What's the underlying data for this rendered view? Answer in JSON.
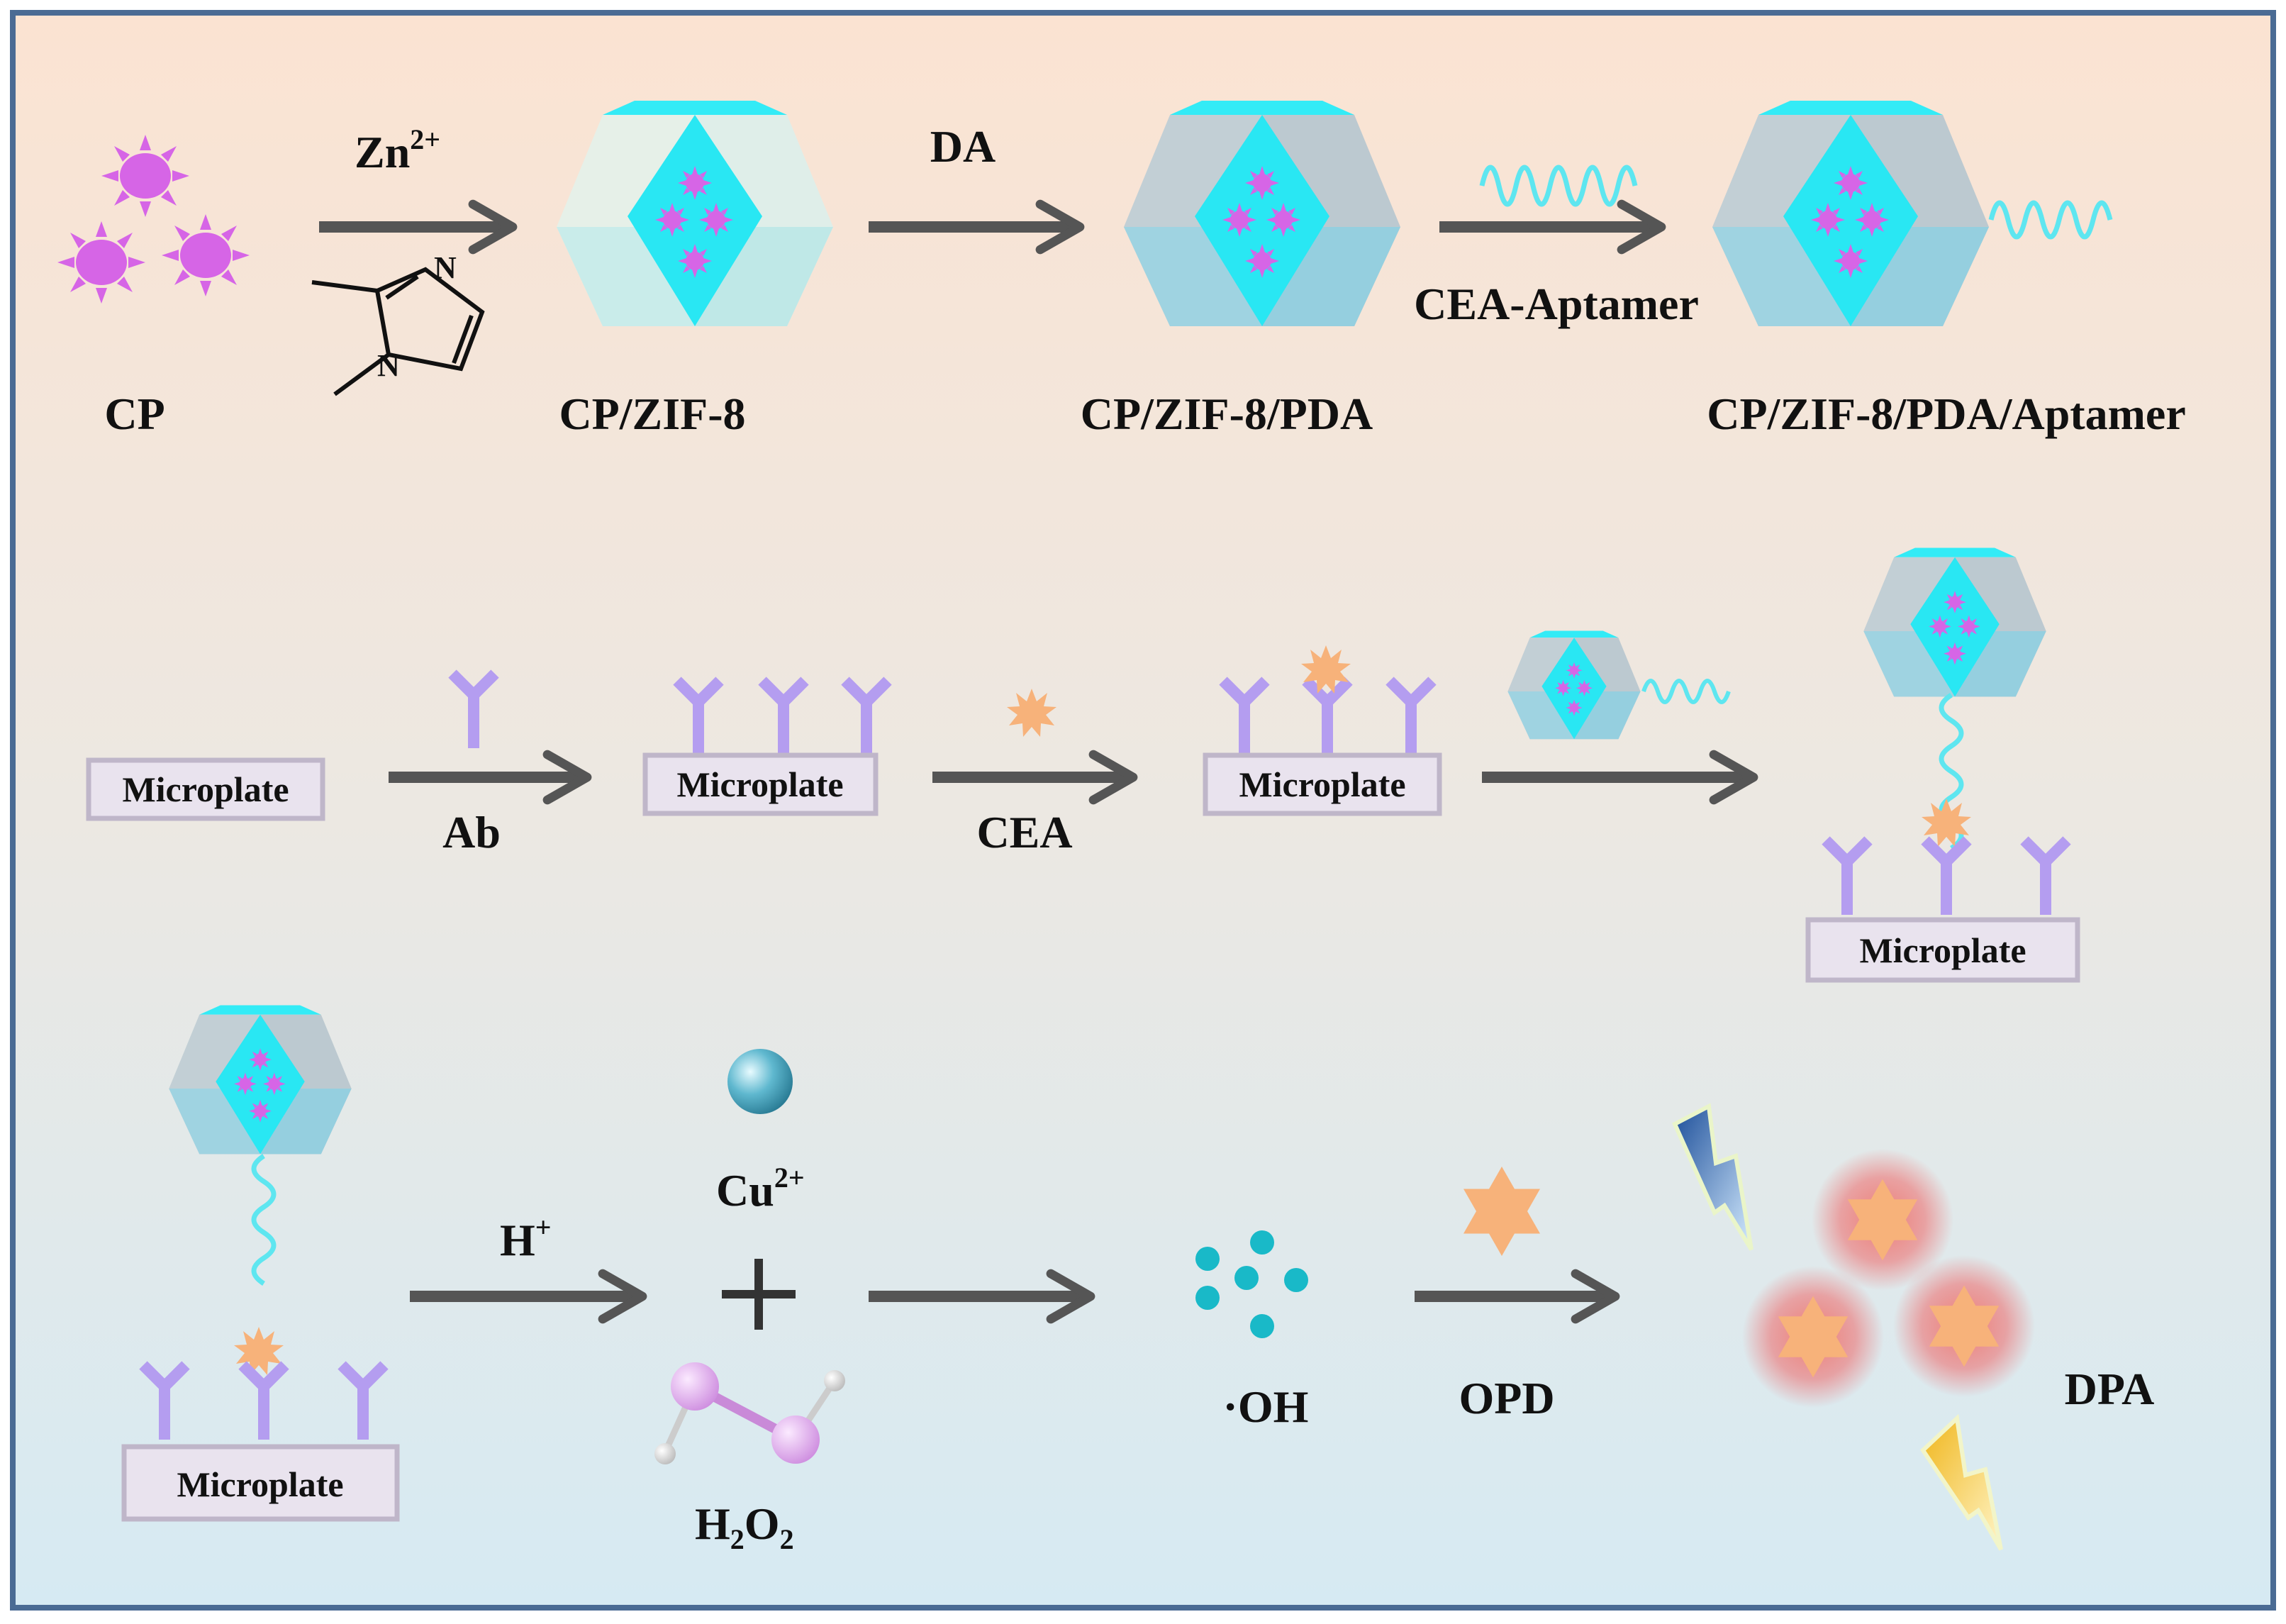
{
  "colors": {
    "frame": "#4a6b94",
    "bg_top": "#fbe3d2",
    "bg_bottom": "#d6eaf3",
    "arrow": "#555555",
    "cp_particle": "#d665e6",
    "zif_core": "#27e8f4",
    "antibody": "#b49df0",
    "cea": "#f7b27a",
    "aptamer": "#5ee6f0",
    "oh_dot": "#19b9c8",
    "microplate_fill": "#e9e3ee",
    "microplate_border": "#bfb6c9"
  },
  "row1": {
    "cp_label": "CP",
    "step1_label": "Zn",
    "step1_sup": "2+",
    "imidazole_n_top": "N",
    "imidazole_n_bottom": "N",
    "cp_zif8_label": "CP/ZIF-8",
    "step2_label": "DA",
    "cp_zif8_pda_label": "CP/ZIF-8/PDA",
    "step3_label": "CEA-Aptamer",
    "cp_zif8_pda_aptamer_label": "CP/ZIF-8/PDA/Aptamer"
  },
  "row2": {
    "microplate_label": "Microplate",
    "step1_label": "Ab",
    "step2_label": "CEA"
  },
  "row3": {
    "microplate_label": "Microplate",
    "step1_label": "H",
    "step1_sup": "+",
    "cu_label": "Cu",
    "cu_sup": "2+",
    "h2o2_h": "H",
    "h2o2_sub1": "2",
    "h2o2_o": "O",
    "h2o2_sub2": "2",
    "oh_label": "·OH",
    "opd_label": "OPD",
    "dpa_label": "DPA"
  },
  "icons": [
    "cp-particle-icon",
    "zif8-polyhedron-icon",
    "imidazole-structure-icon",
    "antibody-icon",
    "cea-star-icon",
    "aptamer-wave-icon",
    "cu-ion-sphere-icon",
    "h2o2-molecule-icon",
    "hydroxyl-radical-dots-icon",
    "opd-star-icon",
    "dpa-glow-star-icon",
    "lightning-icon"
  ]
}
